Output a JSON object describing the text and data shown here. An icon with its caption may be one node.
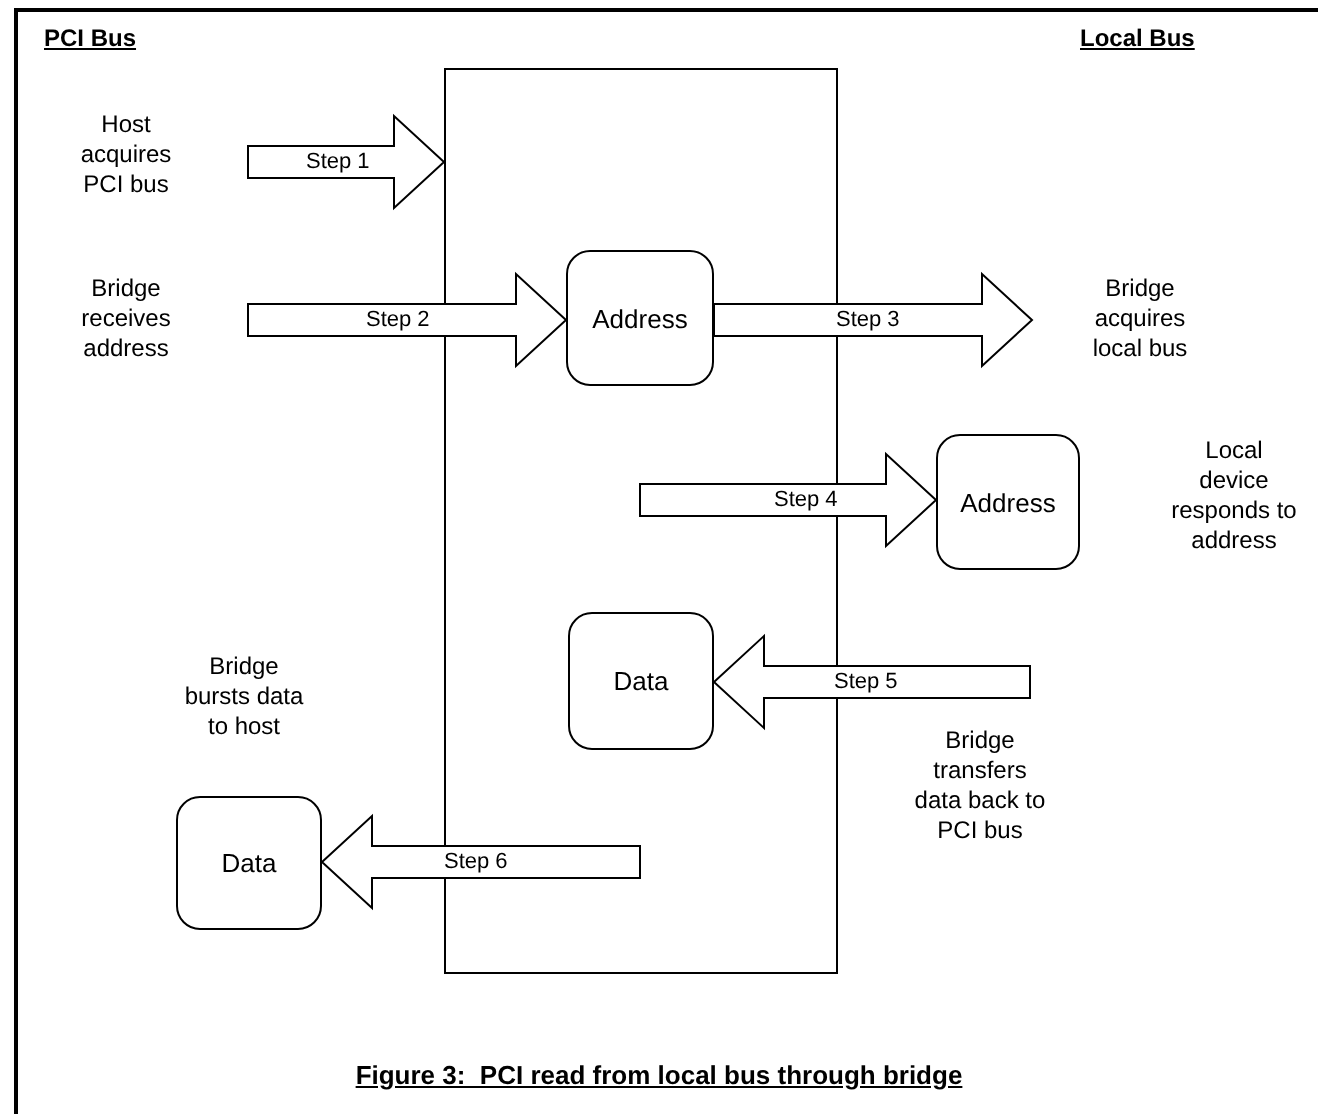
{
  "diagram": {
    "caption": "Figure 3:  PCI read from local bus through bridge",
    "nodes": [
      {
        "text": [],
        "shape": "box"
      },
      {
        "text": [
          "Address"
        ],
        "in": 0
      },
      {
        "text": [
          "Address"
        ]
      },
      {
        "text": [
          "Data"
        ],
        "in": 0
      },
      {
        "text": [
          "Data"
        ]
      }
    ],
    "edges": [
      {
        "from": null,
        "to": 0,
        "arrow": "to",
        "label": "Step 1"
      },
      {
        "from": null,
        "to": 1,
        "arrow": "to",
        "label": "Step 2"
      },
      {
        "from": 1,
        "to": null,
        "arrow": "to",
        "label": "Step 3"
      },
      {
        "from": null,
        "to": 2,
        "arrow": "to",
        "label": "Step 4"
      },
      {
        "from": null,
        "to": 3,
        "arrow": "to",
        "label": "Step 5"
      },
      {
        "from": null,
        "to": 4,
        "arrow": "to",
        "label": "Step 6"
      }
    ],
    "labels": [
      "PCI Bus",
      "Local Bus",
      "Host acquires PCI bus",
      "Bridge receives address",
      "Bridge acquires local bus",
      "Local device responds to address",
      "Bridge bursts data to host",
      "Bridge transfers data back to PCI bus"
    ]
  }
}
